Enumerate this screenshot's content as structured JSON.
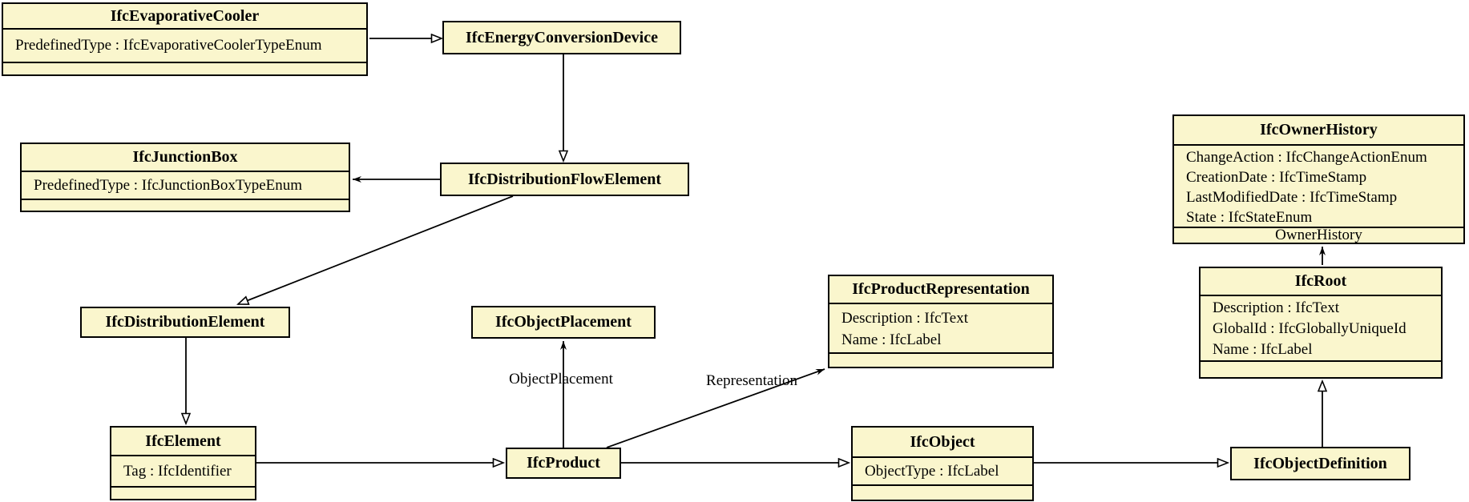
{
  "diagram": {
    "type": "uml-class-diagram",
    "classes": [
      {
        "name": "IfcEvaporativeCooler",
        "attributes": [
          "PredefinedType : IfcEvaporativeCoolerTypeEnum"
        ]
      },
      {
        "name": "IfcEnergyConversionDevice",
        "attributes": []
      },
      {
        "name": "IfcJunctionBox",
        "attributes": [
          "PredefinedType : IfcJunctionBoxTypeEnum"
        ]
      },
      {
        "name": "IfcDistributionFlowElement",
        "attributes": []
      },
      {
        "name": "IfcDistributionElement",
        "attributes": []
      },
      {
        "name": "IfcObjectPlacement",
        "attributes": []
      },
      {
        "name": "IfcProductRepresentation",
        "attributes": [
          "Description : IfcText",
          "Name : IfcLabel"
        ]
      },
      {
        "name": "IfcOwnerHistory",
        "attributes": [
          "ChangeAction : IfcChangeActionEnum",
          "CreationDate : IfcTimeStamp",
          "LastModifiedDate : IfcTimeStamp",
          "State : IfcStateEnum"
        ]
      },
      {
        "name": "IfcRoot",
        "attributes": [
          "Description : IfcText",
          "GlobalId : IfcGloballyUniqueId",
          "Name : IfcLabel"
        ]
      },
      {
        "name": "IfcElement",
        "attributes": [
          "Tag : IfcIdentifier"
        ]
      },
      {
        "name": "IfcProduct",
        "attributes": []
      },
      {
        "name": "IfcObject",
        "attributes": [
          "ObjectType : IfcLabel"
        ]
      },
      {
        "name": "IfcObjectDefinition",
        "attributes": []
      }
    ],
    "edge_labels": {
      "object_placement": "ObjectPlacement",
      "representation": "Representation",
      "owner_history": "OwnerHistory"
    },
    "colors": {
      "class_fill": "#FAF6CD",
      "border": "#000000",
      "line": "#000000",
      "background": "#FFFFFF"
    }
  }
}
